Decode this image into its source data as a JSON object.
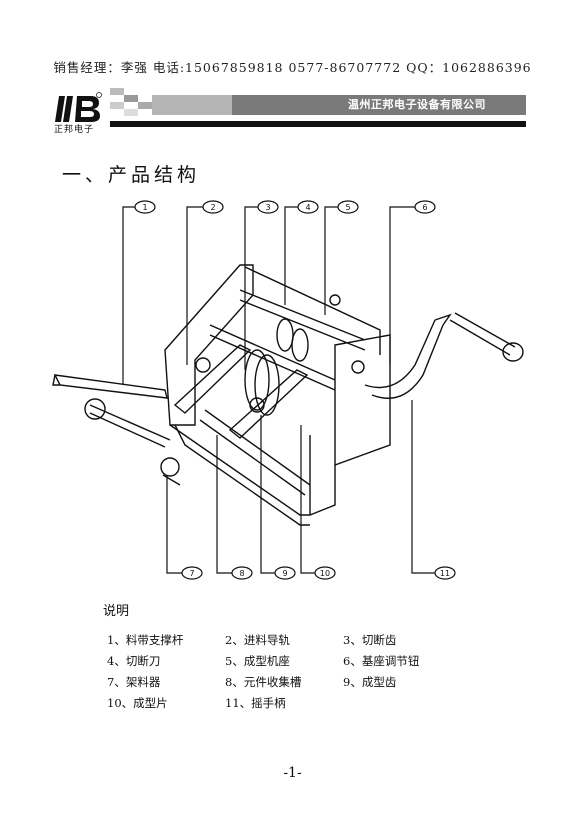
{
  "header": {
    "contact": "销售经理：李强 电话:15067859818 0577-86707772 QQ：1062886396",
    "logo_text": "正邦电子",
    "company": "温州正邦电子设备有限公司"
  },
  "section": {
    "heading": "一、产品结构"
  },
  "figure": {
    "callouts_top": [
      "1",
      "2",
      "3",
      "4",
      "5",
      "6"
    ],
    "callouts_bottom": [
      "7",
      "8",
      "9",
      "10",
      "11"
    ]
  },
  "description": {
    "title": "说明",
    "rows": [
      [
        "1、料带支撑杆",
        "2、进料导轨",
        "3、切断齿"
      ],
      [
        "4、切断刀",
        "5、成型机座",
        "6、基座调节钮"
      ],
      [
        "7、架料器",
        "8、元件收集槽",
        "9、成型齿"
      ],
      [
        "10、成型片",
        "11、摇手柄",
        ""
      ]
    ]
  },
  "footer": {
    "page": "-1-"
  }
}
